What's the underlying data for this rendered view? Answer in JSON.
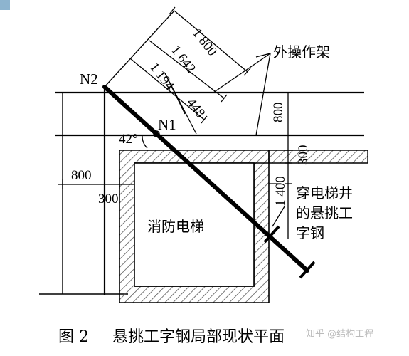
{
  "nodes": {
    "n1": "N1",
    "n2": "N2"
  },
  "angle": "42°",
  "dimensions": {
    "diag_1800": "1 800",
    "diag_1642": "1 642",
    "diag_1194": "1 194",
    "diag_448": "448",
    "right_800": "800",
    "right_300": "300",
    "right_1400": "1 400",
    "left_800": "800",
    "left_300": "300"
  },
  "labels": {
    "scaffold": "外操作架",
    "elevator": "消防电梯",
    "beam_line1": "穿电梯井",
    "beam_line2": "的悬挑工",
    "beam_line3": "字钢"
  },
  "watermark": "知乎 @结构工程",
  "caption": {
    "number": "图 2",
    "title": "悬挑工字钢局部现状平面"
  },
  "colors": {
    "corner": "#8db4cf",
    "line": "#000000",
    "hatch": "#555555"
  }
}
